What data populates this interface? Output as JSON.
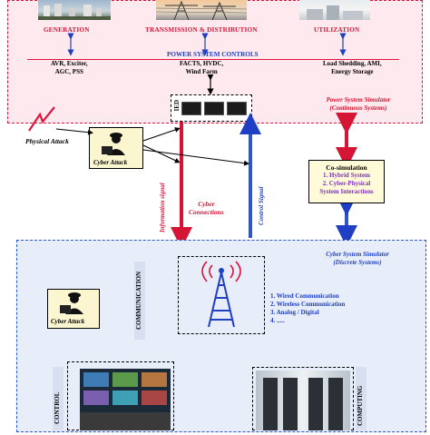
{
  "top_section": {
    "categories": [
      "GENERATION",
      "TRANSMISSION & DISTRIBUTION",
      "UTILIZATION"
    ],
    "controls_title": "POWER SYSTEM CONTROLS",
    "controls": [
      [
        "AVR, Exciter,",
        "AGC, PSS"
      ],
      [
        "FACTS, HVDC,",
        "Wind Farm"
      ],
      [
        "Load Shedding, AMI,",
        "Energy Storage"
      ]
    ]
  },
  "ied_label": "IED",
  "power_sim": {
    "title": "Power System Simulator",
    "subtitle": "(Continuous Systems)"
  },
  "physical_attack": "Physical Attack",
  "cyber_attack_top": "Cyber Attack",
  "signals": {
    "information": "Information signal",
    "control": "Control Signal"
  },
  "cyber_connections": [
    "Cyber",
    "Connections"
  ],
  "cosim": {
    "title": "Co-simulation",
    "items": [
      "1. Hybrid System",
      "2. Cyber-Physical",
      "System Interactions"
    ]
  },
  "cyber_sim": {
    "title": "Cyber System Simulator",
    "subtitle": "(Discrete Systems)"
  },
  "bottom_section": {
    "communication_label": "COMMUNICATION",
    "cyber_attack": "Cyber Attack",
    "comm_list": [
      "1. Wired Communication",
      "2. Wireless Communication",
      "3. Analog / Digital",
      "4. ....."
    ],
    "control_label": "CONTROL",
    "computing_label": "COMPUTING"
  },
  "colors": {
    "red": "#d41535",
    "blue": "#1f3fc4",
    "pink_bg": "#fde9ee",
    "blue_bg": "#e7eef9"
  }
}
